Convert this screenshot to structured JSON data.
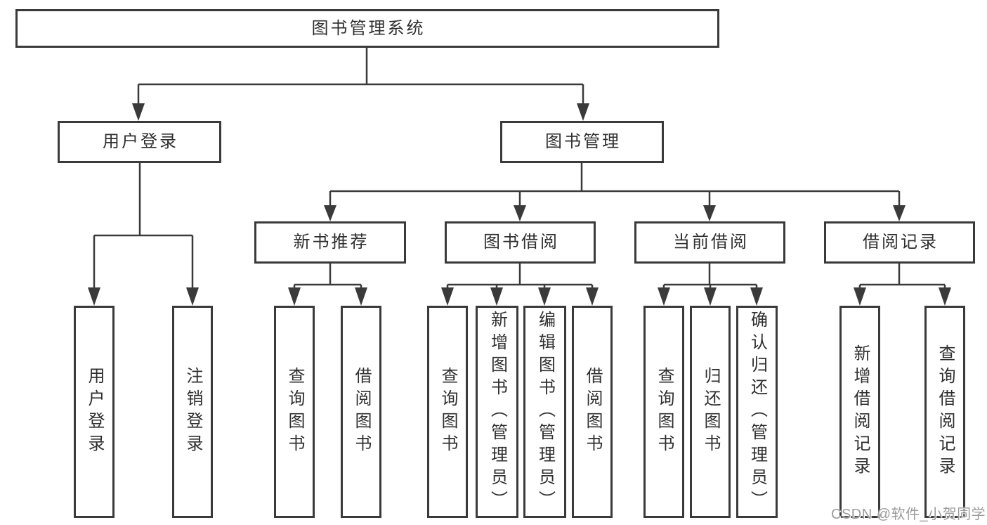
{
  "diagram": {
    "root": {
      "label": "图书管理系统"
    },
    "branches": [
      {
        "label": "用户登录",
        "children": [
          {
            "label": "用户登录"
          },
          {
            "label": "注销登录"
          }
        ]
      },
      {
        "label": "图书管理",
        "children": [
          {
            "label": "新书推荐",
            "children": [
              {
                "label": "查询图书"
              },
              {
                "label": "借阅图书"
              }
            ]
          },
          {
            "label": "图书借阅",
            "children": [
              {
                "label": "查询图书"
              },
              {
                "label": "新增图书（管理员）"
              },
              {
                "label": "编辑图书（管理员）"
              },
              {
                "label": "借阅图书"
              }
            ]
          },
          {
            "label": "当前借阅",
            "children": [
              {
                "label": "查询图书"
              },
              {
                "label": "归还图书"
              },
              {
                "label": "确认归还（管理员）"
              }
            ]
          },
          {
            "label": "借阅记录",
            "children": [
              {
                "label": "新增借阅记录"
              },
              {
                "label": "查询借阅记录"
              }
            ]
          }
        ]
      }
    ],
    "watermark": "CSDN @软件_小贺同学",
    "colors": {
      "line": "#3a3a3a",
      "text": "#2f2f2f",
      "box_background": "#ffffff",
      "page_background": "#ffffff",
      "watermark": "#9c9c9c"
    }
  }
}
